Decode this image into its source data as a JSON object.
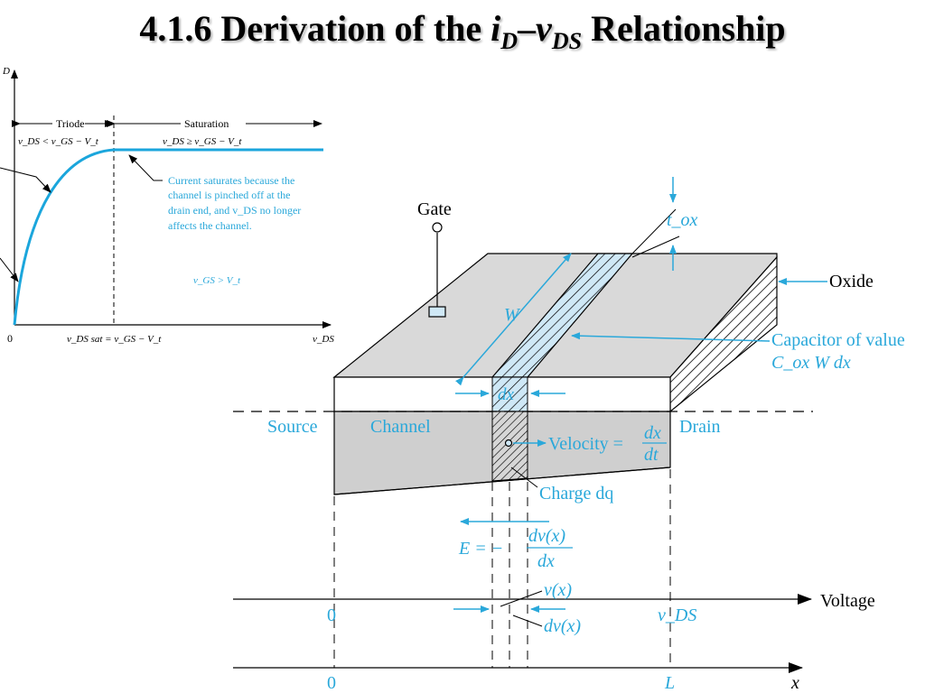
{
  "title": {
    "section": "4.1.6  Derivation of the ",
    "i": "i",
    "d": "D",
    "dash": "–",
    "v": "v",
    "ds": "DS",
    "rest": " Relationship"
  },
  "graph": {
    "y_axis_sub": "D",
    "origin": "0",
    "triode": "Triode",
    "saturation": "Saturation",
    "triode_cond": "v_DS < v_GS − V_t",
    "sat_cond": "v_DS ≥ v_GS − V_t",
    "annotation": [
      "Current saturates because the",
      "channel is pinched off at the",
      "drain end, and v_DS no longer",
      "affects the channel."
    ],
    "vgs_cond": "v_GS > V_t",
    "vdssat": "v_DS sat = v_GS − V_t",
    "x_axis": "v_DS"
  },
  "mosfet": {
    "gate": "Gate",
    "tox": "t_ox",
    "oxide": "Oxide",
    "w": "W",
    "cap_line1": "Capacitor of value",
    "cap_line2": "C_ox W dx",
    "dx": "dx",
    "source": "Source",
    "channel": "Channel",
    "drain": "Drain",
    "velocity": "Velocity =",
    "vel_num": "dx",
    "vel_den": "dt",
    "charge": "Charge dq",
    "efield": "E = −",
    "ef_num": "dv(x)",
    "ef_den": "dx",
    "vx": "v(x)",
    "dvx": "dv(x)",
    "voltage_zero": "0",
    "vds": "v_DS",
    "voltage": "Voltage",
    "x_zero": "0",
    "L": "L",
    "x": "x"
  }
}
